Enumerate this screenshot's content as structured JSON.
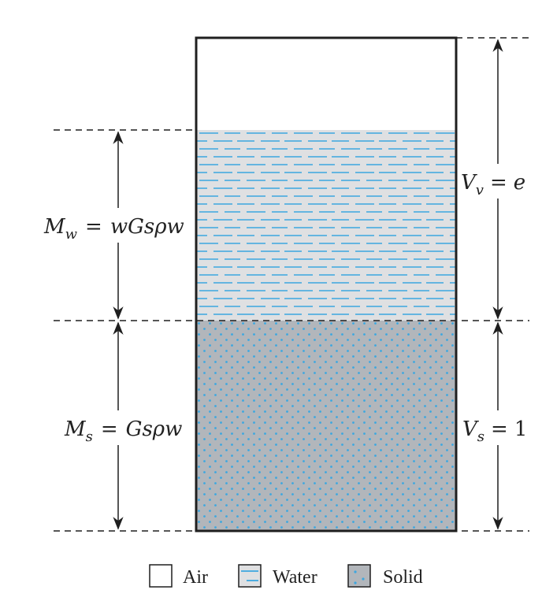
{
  "phases": [
    {
      "name": "Air",
      "color": "#ffffff"
    },
    {
      "name": "Water",
      "color": "#dfe0e2",
      "mark_color": "#3ca7e0"
    },
    {
      "name": "Solid",
      "color": "#b2b6bb",
      "mark_color": "#3ca7e0"
    }
  ],
  "labels": {
    "mass_water": {
      "symbol": "M",
      "sub": "w",
      "eq": "=",
      "rhs": "wGsρw"
    },
    "mass_solid": {
      "symbol": "M",
      "sub": "s",
      "eq": "=",
      "rhs": "Gsρw"
    },
    "volume_voids": {
      "symbol": "V",
      "sub": "v",
      "eq": "=",
      "rhs": "e"
    },
    "volume_solid": {
      "symbol": "V",
      "sub": "s",
      "eq": "=",
      "rhs": "1"
    }
  },
  "legend": [
    {
      "label": "Air"
    },
    {
      "label": "Water"
    },
    {
      "label": "Solid"
    }
  ],
  "colors": {
    "line": "#1f1f1f",
    "accent": "#3ca7e0",
    "water_fill": "#dfe0e2",
    "solid_fill": "#b2b6bb"
  }
}
